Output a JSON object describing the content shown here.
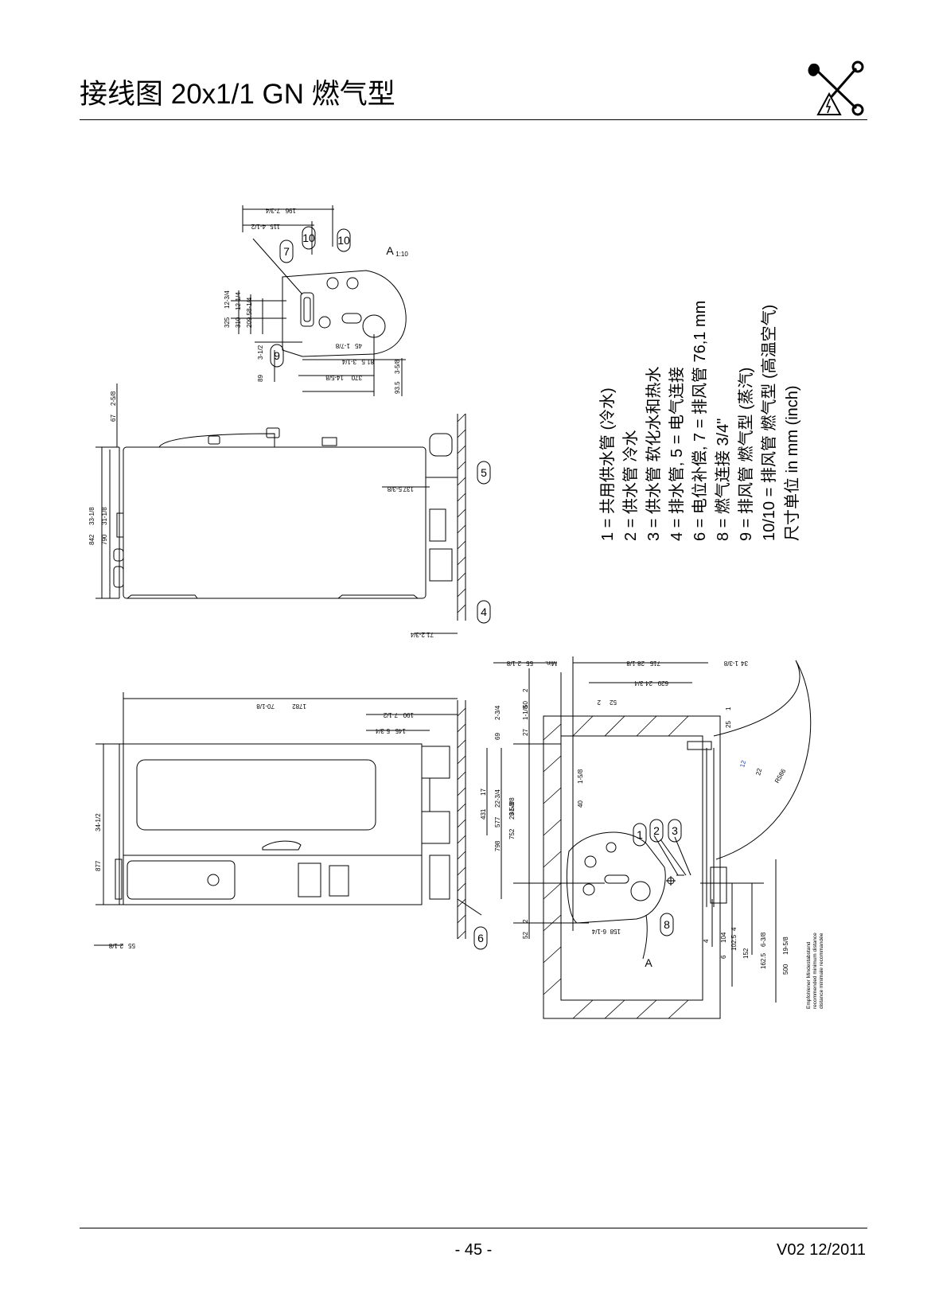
{
  "header": {
    "title": "接线图 20x1/1 GN 燃气型"
  },
  "logo": {
    "icon": "tools-electric-warning-icon"
  },
  "legend": {
    "lines": [
      "1 = 共用供水管 (冷水)",
      "2 = 供水管 冷水",
      "3 = 供水管 软化水和热水",
      "4 = 排水管, 5 = 电气连接",
      "6 = 电位补偿, 7 = 排风管 76,1 mm",
      "8 = 燃气连接 3/4\"",
      "9 = 排风管 燃气型 (蒸汽)",
      "10/10 = 排风管 燃气型 (高温空气)",
      "尺寸单位 in mm (inch)"
    ]
  },
  "drawing": {
    "callouts_top": [
      "7",
      "10",
      "10",
      "9"
    ],
    "callouts_side": [
      "5",
      "4"
    ],
    "callouts_front": [
      "6"
    ],
    "callouts_plan": [
      "1",
      "2",
      "3",
      "8"
    ],
    "view_label": "A",
    "view_scale": "1:10",
    "dims_top": [
      "196",
      "7-3/4",
      "115",
      "4-1/2",
      "325",
      "12-3/4",
      "310",
      "12-1/4",
      "209.5",
      "8-1/4",
      "89",
      "3-1/2",
      "45",
      "1-7/8",
      "81.5",
      "3-1/4",
      "370",
      "14-5/8",
      "93.5",
      "3-5/8"
    ],
    "dims_side": [
      "67",
      "2-5/8",
      "842",
      "33-1/8",
      "790",
      "31-1/8",
      "137",
      "5-3/8",
      "71",
      "2-3/4"
    ],
    "dims_front": [
      "1782",
      "70-1/8",
      "190",
      "7-1/2",
      "145",
      "5-3/4",
      "877",
      "34-1/2",
      "55",
      "2-1/8"
    ],
    "dims_plan": [
      "715",
      "28-1/8",
      "629",
      "24-3/4",
      "34",
      "1-3/8",
      "55",
      "2-1/8",
      "Min.",
      "50",
      "2",
      "27",
      "1-1/8",
      "52",
      "2",
      "69",
      "2-3/4",
      "431",
      "17",
      "577",
      "22-3/4",
      "752",
      "29-5/8",
      "798",
      "31-3/8",
      "40",
      "1-5/8",
      "25",
      "1",
      "R586",
      "22",
      "12",
      "158",
      "6-1/4",
      "104",
      "4",
      "102.5",
      "4",
      "152",
      "6",
      "162.5",
      "6-3/8",
      "500",
      "19-5/8",
      "52",
      "2"
    ],
    "clearance_note": [
      "Empfohlener Mindestabstand",
      "recommended minimum distance",
      "distance minimale recommandée"
    ]
  },
  "footer": {
    "page": "- 45 -",
    "version": "V02 12/2011"
  }
}
